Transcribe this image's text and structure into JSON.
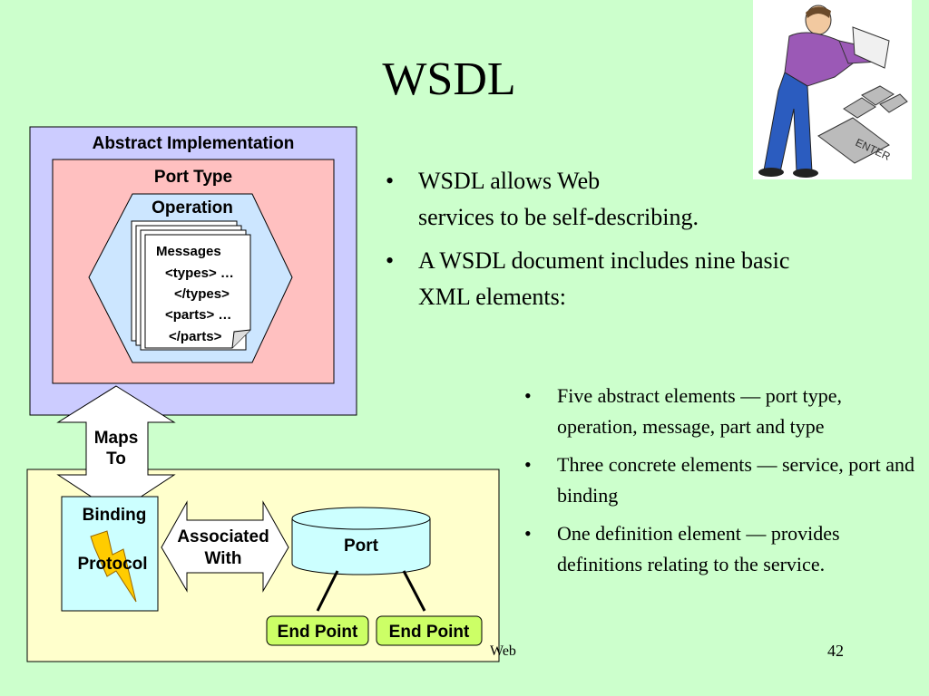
{
  "title": "WSDL",
  "diagram": {
    "abstract_implementation": "Abstract Implementation",
    "port_type": "Port Type",
    "operation": "Operation",
    "messages": [
      "Messages",
      "<types> …",
      "</types>",
      "<parts> …",
      "</parts>"
    ],
    "maps_to": [
      "Maps",
      "To"
    ],
    "binding": "Binding",
    "protocol": "Protocol",
    "associated_with": [
      "Associated",
      "With"
    ],
    "port": "Port",
    "end_point_1": "End Point",
    "end_point_2": "End Point"
  },
  "bullets": {
    "b1_line1": "WSDL allows Web",
    "b1_line2": "services to be self-describing.",
    "b2": "A WSDL document includes nine basic XML elements:"
  },
  "sub_bullets": [
    "Five abstract elements ― port type, operation, message, part and type",
    "Three concrete elements — service, port and binding",
    "One definition element — provides definitions relating to the service."
  ],
  "footer": {
    "left": "Web",
    "page": "42"
  },
  "colors": {
    "background": "#ccffcc",
    "abstract_box": "#ccccff",
    "port_type_box": "#ffc0c0",
    "operation_hexagon": "#cce6ff",
    "concrete_box": "#ffffcc",
    "binding_box": "#ccffff",
    "end_point": "#ccff66",
    "port_cylinder": "#ccffff"
  },
  "clipart_icon": "person-reading-keyboard-icon"
}
